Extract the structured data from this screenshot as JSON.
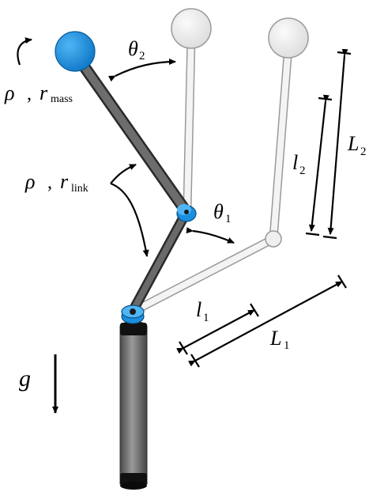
{
  "labels": {
    "rho_mass": "ρ",
    "comma_mass": ",",
    "r_mass": "r",
    "r_mass_sub": "mass",
    "rho_link": "ρ",
    "comma_link": ",",
    "r_link": "r",
    "r_link_sub": "link",
    "theta2": "θ",
    "theta2_sub": "2",
    "theta1": "θ",
    "theta1_sub": "1",
    "l1": "l",
    "l1_sub": "1",
    "L1": "L",
    "L1_sub": "1",
    "l2": "l",
    "l2_sub": "2",
    "L2": "L",
    "L2_sub": "2",
    "g": "g"
  },
  "colors": {
    "mass_blue": "#1a8fe0",
    "joint_blue": "#29a3e8",
    "dark_link": "#5c5c5c",
    "ghost_link": "#f2f2f2",
    "ghost_stroke": "#a0a0a0",
    "post": "#7a7a7a"
  }
}
